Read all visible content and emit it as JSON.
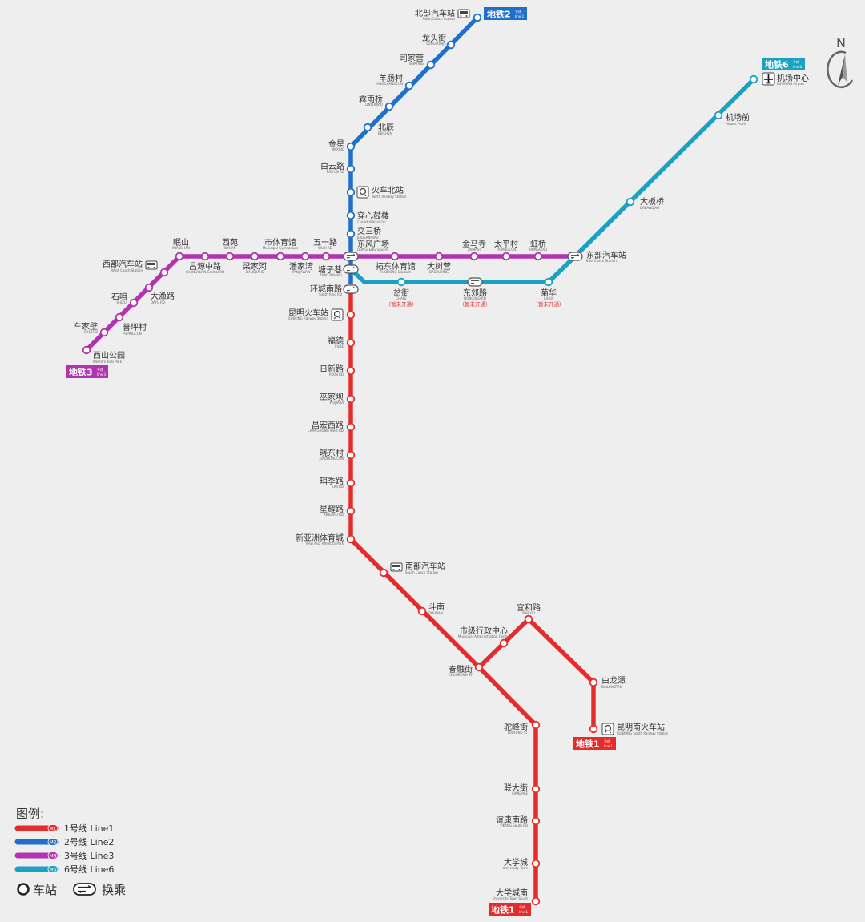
{
  "colors": {
    "line1": "#e52b2b",
    "line2": "#1f6fcb",
    "line3": "#b233b0",
    "line6": "#1ba1c4",
    "background": "#eeeeee"
  },
  "north": "N",
  "badges": {
    "line1": {
      "label": "地铁1",
      "sub1": "号线",
      "sub2": "line 1"
    },
    "line2": {
      "label": "地铁2",
      "sub1": "号线",
      "sub2": "line 2"
    },
    "line3": {
      "label": "地铁3",
      "sub1": "号线",
      "sub2": "line 3"
    },
    "line6": {
      "label": "地铁6",
      "sub1": "号线",
      "sub2": "line 6"
    }
  },
  "stations": {
    "beibu": {
      "cn": "北部汽车站",
      "en": "North Coach Station"
    },
    "longtou": {
      "cn": "龙头街",
      "en": "LONGTOUJIE"
    },
    "sijiaying": {
      "cn": "司家营",
      "en": "SIJIAYING"
    },
    "yangchang": {
      "cn": "羊肠村",
      "en": "YANGCHANGCUN"
    },
    "linyu": {
      "cn": "霖雨桥",
      "en": "LINYUQIAO"
    },
    "beichen": {
      "cn": "北辰",
      "en": "BEICHEN"
    },
    "jinxing": {
      "cn": "金星",
      "en": "JINXING"
    },
    "baiyun": {
      "cn": "白云路",
      "en": "BAIYUN RD"
    },
    "huochebei": {
      "cn": "火车北站",
      "en": "North Railway Station"
    },
    "chuanxin": {
      "cn": "穿心鼓楼",
      "en": "CHUANXINGULOU"
    },
    "jiaosan": {
      "cn": "交三桥",
      "en": "JIAOSANQIAO"
    },
    "dongfeng": {
      "cn": "东风广场",
      "en": "DONGFENG Square"
    },
    "tangzixiang": {
      "cn": "塘子巷",
      "en": "TANGZIXIANG"
    },
    "huancheng": {
      "cn": "环城南路",
      "en": "South Ring RD"
    },
    "kunming": {
      "cn": "昆明火车站",
      "en": "KUNMING Railway Station"
    },
    "fude": {
      "cn": "福德",
      "en": "FUDE"
    },
    "rixin": {
      "cn": "日新路",
      "en": "RIXIN RD"
    },
    "wujiaba": {
      "cn": "巫家坝",
      "en": "WUJIABA"
    },
    "changhong": {
      "cn": "昌宏西路",
      "en": "CHANGHONG West RD"
    },
    "xiaodong": {
      "cn": "晓东村",
      "en": "XIAODONGCUN"
    },
    "erji": {
      "cn": "珥季路",
      "en": "ERJI RD"
    },
    "xingyao": {
      "cn": "星耀路",
      "en": "XINGYAO RD"
    },
    "xinyazhou": {
      "cn": "新亚洲体育城",
      "en": "New Asia Athletics Park"
    },
    "nanbu": {
      "cn": "南部汽车站",
      "en": "South Coach Station"
    },
    "dounan": {
      "cn": "斗南",
      "en": "DOUNAN"
    },
    "shiji": {
      "cn": "市级行政中心",
      "en": "Municipal Administration Center"
    },
    "yihe": {
      "cn": "宜和路",
      "en": "YIHE RD"
    },
    "chunrong": {
      "cn": "春融街",
      "en": "CHUNRONG ST"
    },
    "bailongtan": {
      "cn": "白龙潭",
      "en": "BAILONGTAN"
    },
    "kunmingnan": {
      "cn": "昆明南火车站",
      "en": "KUNMING South Railway Station"
    },
    "tuofeng": {
      "cn": "驼峰街",
      "en": "TUOFENG ST"
    },
    "lianda": {
      "cn": "联大街",
      "en": "LIANDAJIE"
    },
    "yikang": {
      "cn": "谊康南路",
      "en": "YIKANG South RD"
    },
    "daxuecheng": {
      "cn": "大学城",
      "en": "University Town"
    },
    "daxuechengnan": {
      "cn": "大学城南",
      "en": "University Town South"
    },
    "xishan": {
      "cn": "西山公园",
      "en": "Western Hills Park"
    },
    "chejiabi": {
      "cn": "车家壁",
      "en": "CHEJIABI"
    },
    "pingping": {
      "cn": "普坪村",
      "en": "PUPINGCUN"
    },
    "shizui": {
      "cn": "石咀",
      "en": "SHIZUI"
    },
    "dayu": {
      "cn": "大渔路",
      "en": "DAYU RD"
    },
    "xibu": {
      "cn": "西部汽车站",
      "en": "West Coach Station"
    },
    "mianshan": {
      "cn": "眠山",
      "en": "MIANSHAN"
    },
    "changyuan": {
      "cn": "昌源中路",
      "en": "CHANGYUAN Central RD"
    },
    "xiyuan": {
      "cn": "西苑",
      "en": "XIYUAN"
    },
    "liangjiahe": {
      "cn": "梁家河",
      "en": "LIANGJIAHE"
    },
    "shitiyu": {
      "cn": "市体育馆",
      "en": "Municipal Gymnasium"
    },
    "panjiawan": {
      "cn": "潘家湾",
      "en": "PANJIAWAN"
    },
    "wuyi": {
      "cn": "五一路",
      "en": "WUYI RD"
    },
    "tuodong": {
      "cn": "拓东体育馆",
      "en": "TUODONG Stadium"
    },
    "dashuying": {
      "cn": "大树营",
      "en": "DASHUYING"
    },
    "jinmasi": {
      "cn": "金马寺",
      "en": "JINMASI"
    },
    "taiping": {
      "cn": "太平村",
      "en": "TAIPINGCUN"
    },
    "hongqiao": {
      "cn": "虹桥",
      "en": "HONGQIAO"
    },
    "dongbu": {
      "cn": "东部汽车站",
      "en": "East Coach Station"
    },
    "chajie": {
      "cn": "岔街",
      "en": "CHAJIE",
      "note": "（暂未开通）"
    },
    "dongjiao": {
      "cn": "东郊路",
      "en": "DONGJIAO RD",
      "note": "（暂未开通）"
    },
    "juhua": {
      "cn": "菊华",
      "en": "JUHUA",
      "note": "（暂未开通）"
    },
    "daban": {
      "cn": "大板桥",
      "en": "DABANQIAO"
    },
    "jichangqian": {
      "cn": "机场前",
      "en": "Airport Front"
    },
    "jichang": {
      "cn": "机场中心",
      "en": "KUNMING Airport"
    }
  },
  "legend": {
    "title": "图例:",
    "items": [
      {
        "tag": "M1",
        "label": "1号线  Line1"
      },
      {
        "tag": "M2",
        "label": "2号线  Line2"
      },
      {
        "tag": "M3",
        "label": "3号线  Line3"
      },
      {
        "tag": "M6",
        "label": "6号线  Line6"
      }
    ],
    "station": "车站",
    "transfer": "换乘"
  }
}
